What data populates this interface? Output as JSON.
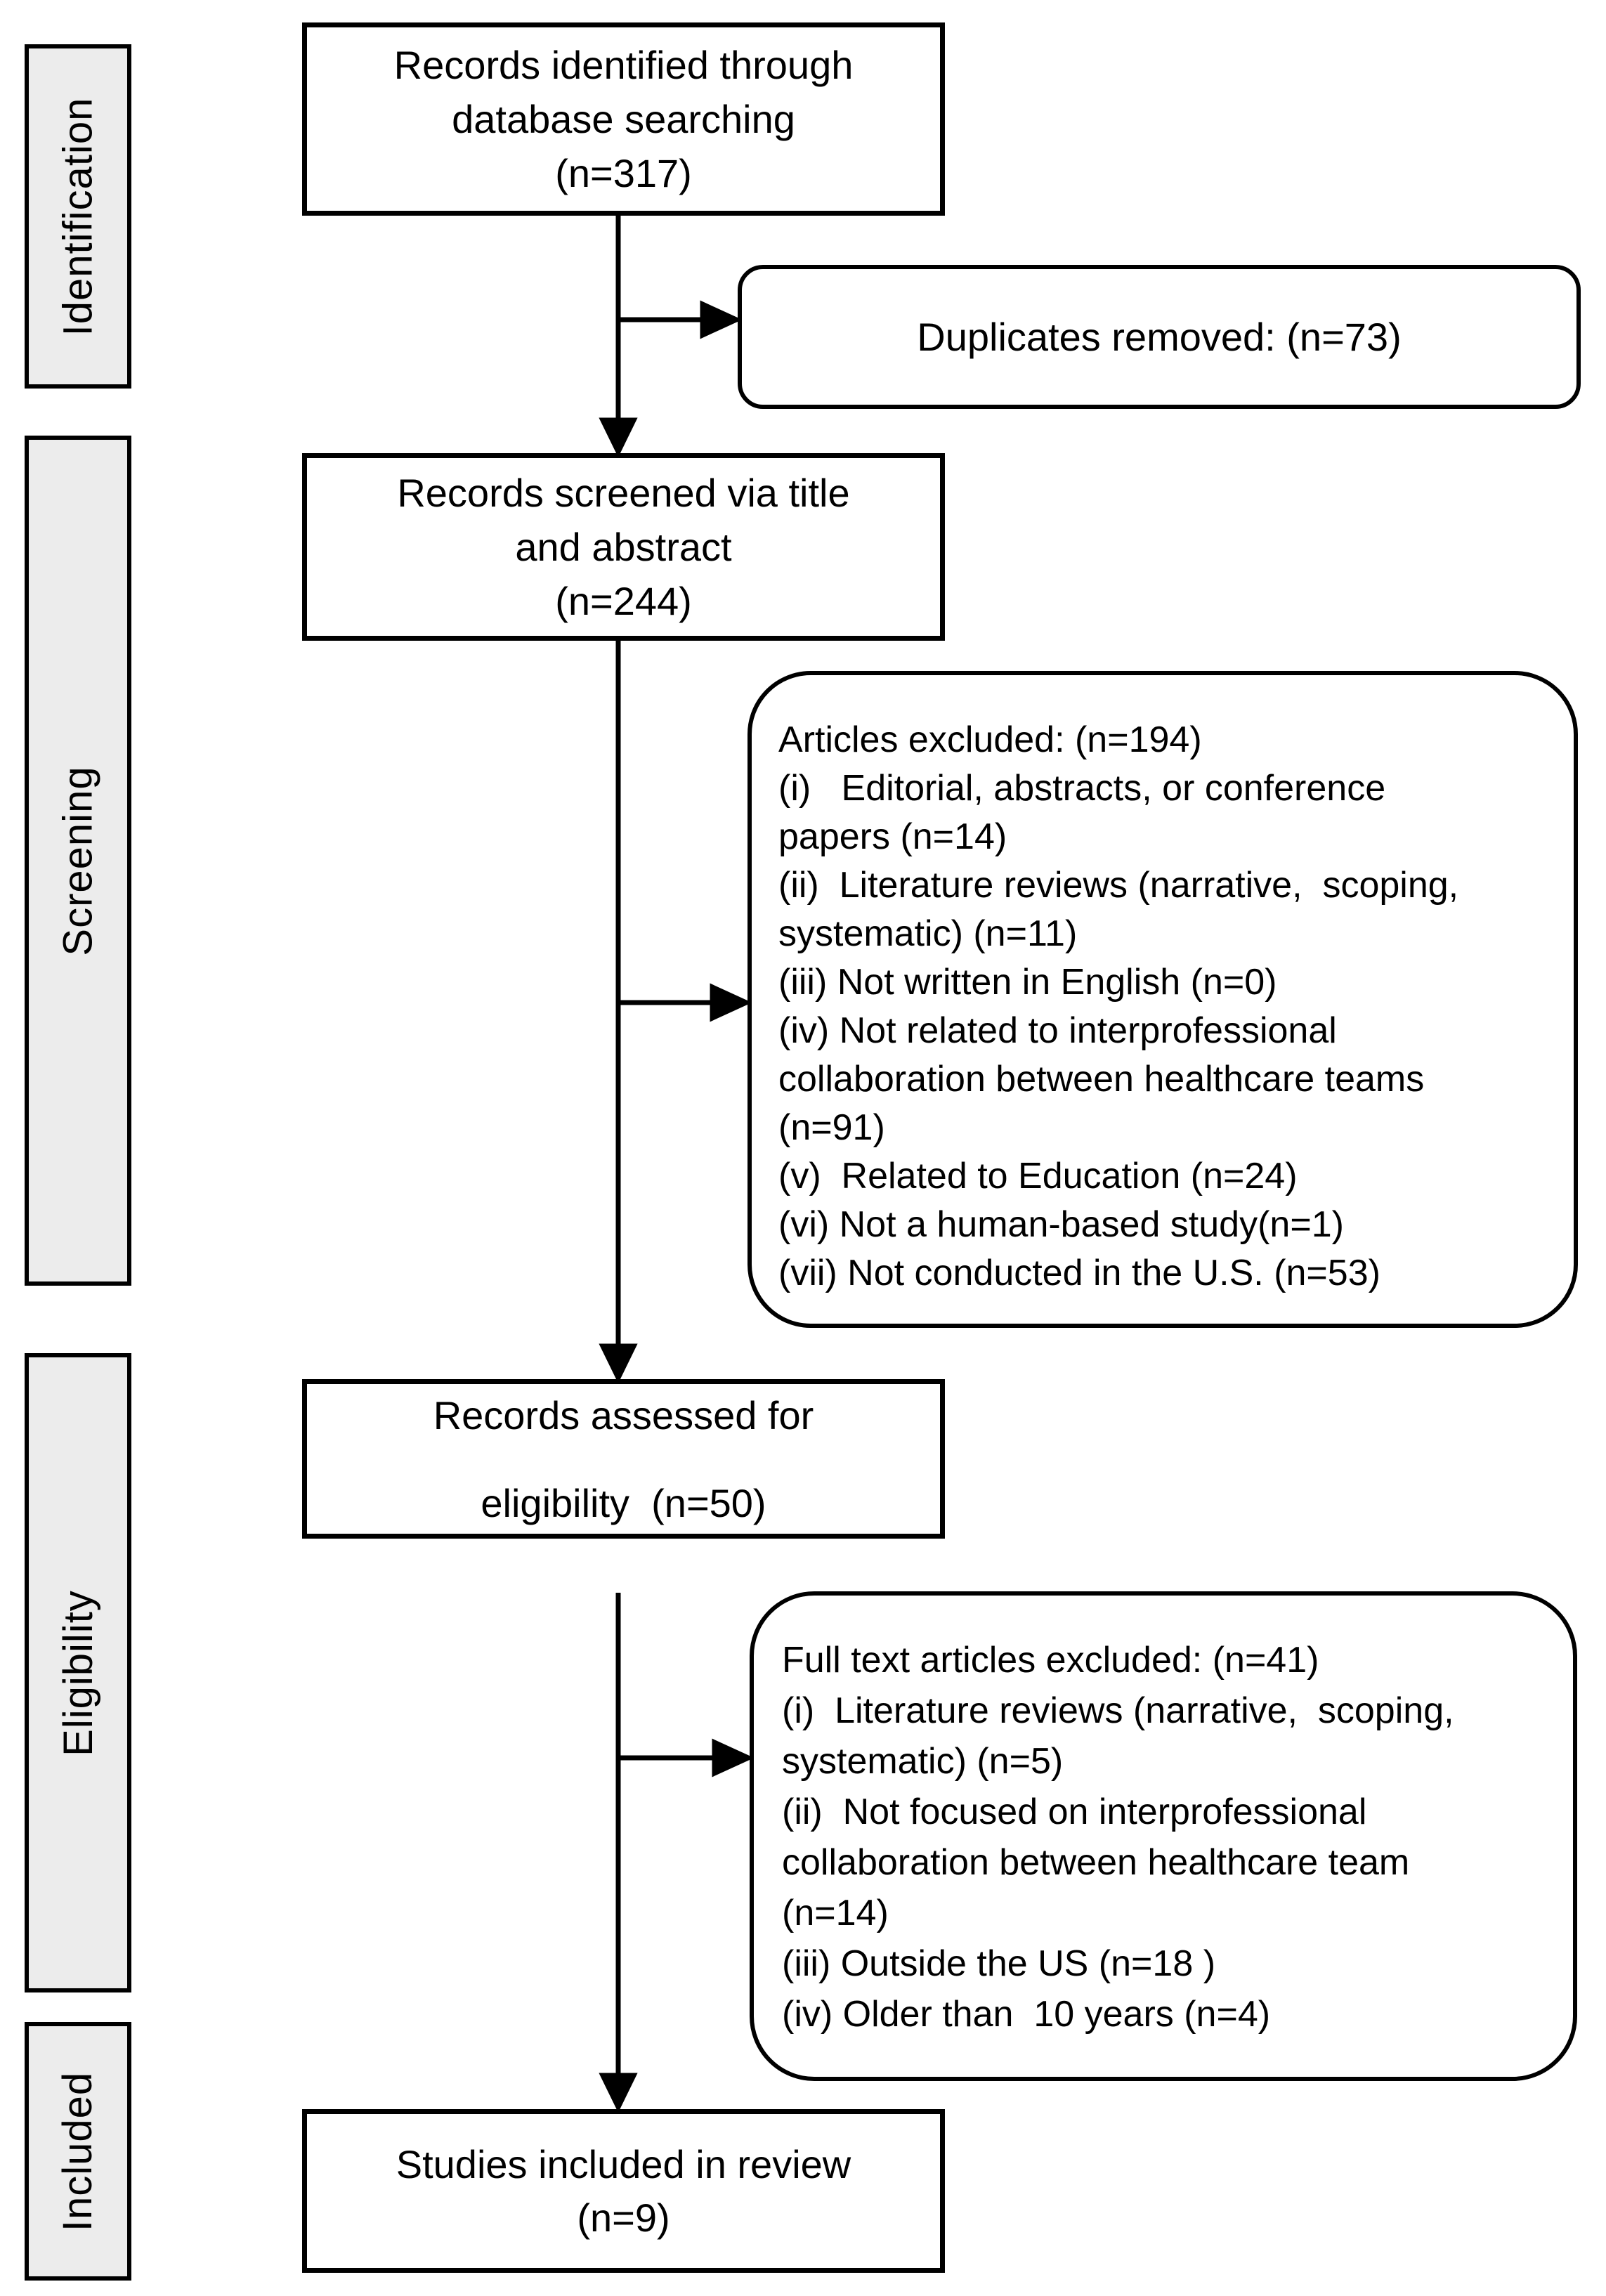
{
  "stages": {
    "identification": "Identification",
    "screening": "Screening",
    "eligibility": "Eligibility",
    "included": "Included"
  },
  "boxes": {
    "identified": {
      "lines": [
        "Records identified through",
        "database searching",
        "(n=317)"
      ]
    },
    "duplicates": {
      "lines": [
        "Duplicates removed: (n=73)"
      ]
    },
    "screened": {
      "lines": [
        "Records screened via title",
        "and abstract",
        "(n=244)"
      ]
    },
    "articles_excluded": {
      "lines": [
        "Articles excluded: (n=194)",
        "(i)   Editorial, abstracts, or conference",
        "papers (n=14)",
        "(ii)  Literature reviews (narrative,  scoping,",
        "systematic) (n=11)",
        "(iii) Not written in English (n=0)",
        "(iv) Not related to interprofessional",
        "collaboration between healthcare teams",
        "(n=91)",
        "(v)  Related to Education (n=24)",
        "(vi) Not a human-based study(n=1)",
        "(vii) Not conducted in the U.S. (n=53)"
      ]
    },
    "assessed": {
      "lines": [
        "Records assessed for",
        "eligibility  (n=50)"
      ]
    },
    "fulltext_excluded": {
      "lines": [
        "Full text articles excluded: (n=41)",
        "(i)  Literature reviews (narrative,  scoping,",
        "systematic) (n=5)",
        "(ii)  Not focused on interprofessional",
        "collaboration between healthcare team",
        "(n=14)",
        "(iii) Outside the US (n=18 )",
        "(iv) Older than  10 years (n=4)"
      ]
    },
    "included": {
      "lines": [
        "Studies included in review",
        "(n=9)"
      ]
    }
  },
  "colors": {
    "band_fill": "#ececec",
    "box_fill": "#ffffff",
    "line": "#000000"
  }
}
